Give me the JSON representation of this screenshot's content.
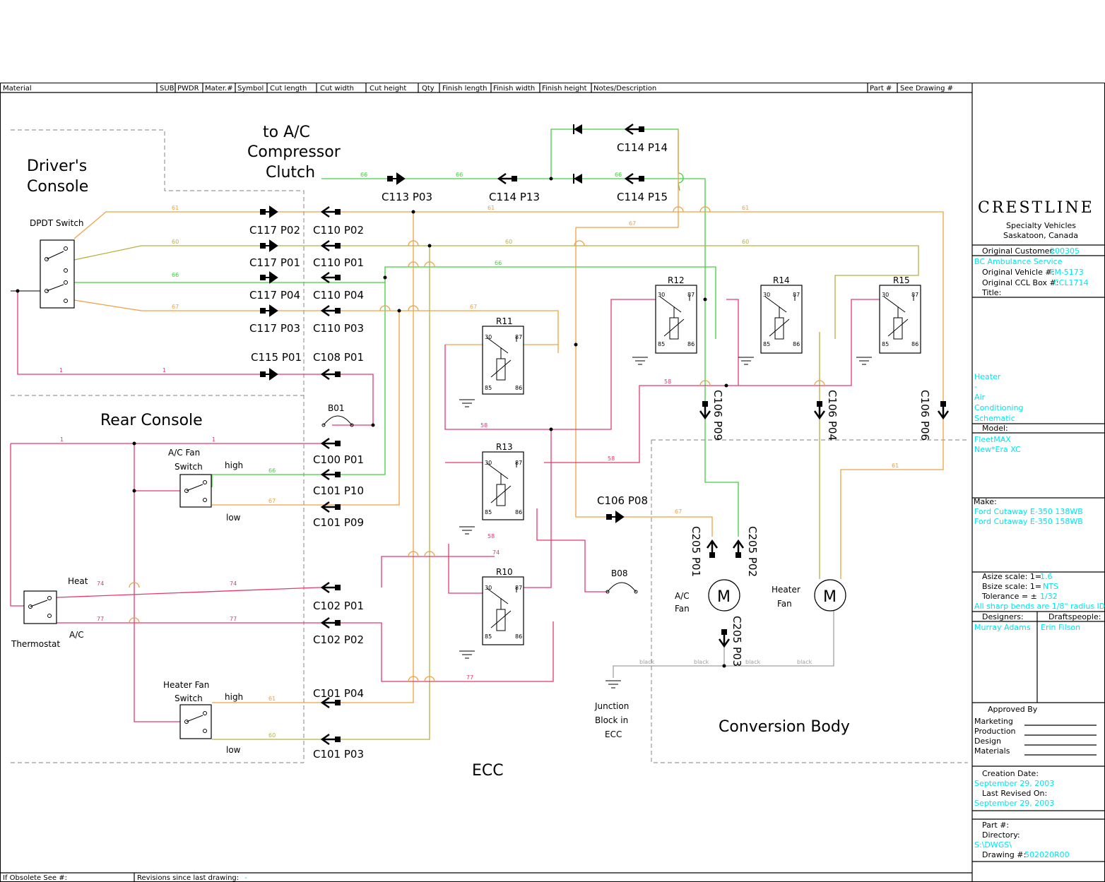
{
  "header": {
    "cols": [
      "Material",
      "SUB",
      "PWDR",
      "Mater.#",
      "Symbol",
      "Cut length",
      "Cut width",
      "Cut height",
      "Qty",
      "Finish length",
      "Finish width",
      "Finish height",
      "Notes/Description",
      "Part #",
      "See Drawing #"
    ]
  },
  "footer": {
    "obsolete": "If Obsolete See #:",
    "revisions": "Revisions since last drawing:",
    "revisions_value": "-"
  },
  "areas": {
    "drivers_console_1": "Driver's",
    "drivers_console_2": "Console",
    "rear_console": "Rear Console",
    "ecc": "ECC",
    "conversion_body": "Conversion Body",
    "to_ac_1": "to A/C",
    "to_ac_2": "Compressor",
    "to_ac_3": "Clutch",
    "junction_1": "Junction",
    "junction_2": "Block in",
    "junction_3": "ECC"
  },
  "components": {
    "dpdt": "DPDT Switch",
    "ac_fan_switch_1": "A/C Fan",
    "ac_fan_switch_2": "Switch",
    "heater_fan_switch_1": "Heater Fan",
    "heater_fan_switch_2": "Switch",
    "thermostat": "Thermostat",
    "heat": "Heat",
    "ac": "A/C",
    "high": "high",
    "low": "low",
    "ac_fan_1": "A/C",
    "ac_fan_2": "Fan",
    "heater_fan_1": "Heater",
    "heater_fan_2": "Fan",
    "motor": "M",
    "b01": "B01",
    "b08": "B08",
    "relays": [
      "R11",
      "R13",
      "R10",
      "R12",
      "R14",
      "R15"
    ],
    "pins": [
      "30",
      "87",
      "85",
      "86"
    ]
  },
  "connectors": {
    "c113p03": "C113 P03",
    "c114p13": "C114 P13",
    "c114p15": "C114 P15",
    "c114p14": "C114 P14",
    "c117p02": "C117 P02",
    "c110p02": "C110 P02",
    "c117p01": "C117 P01",
    "c110p01": "C110 P01",
    "c117p04": "C117 P04",
    "c110p04": "C110 P04",
    "c117p03": "C117 P03",
    "c110p03": "C110 P03",
    "c115p01": "C115 P01",
    "c108p01": "C108 P01",
    "c100p01": "C100 P01",
    "c101p10": "C101 P10",
    "c101p09": "C101 P09",
    "c102p01": "C102 P01",
    "c102p02": "C102 P02",
    "c101p04": "C101 P04",
    "c101p03": "C101 P03",
    "c106p08": "C106 P08",
    "c106p09": "C106 P09",
    "c106p04": "C106 P04",
    "c106p06": "C106 P06",
    "c205p01": "C205 P01",
    "c205p02": "C205 P02",
    "c205p03": "C205 P03"
  },
  "wire_numbers": [
    "1",
    "58",
    "60",
    "61",
    "66",
    "67",
    "74",
    "77",
    "black"
  ],
  "title_block": {
    "logo": "CRESTLINE",
    "company_1": "Specialty Vehicles",
    "company_2": "Saskatoon, Canada",
    "orig_customer_label": "Original Customer:",
    "orig_customer_value": "200305",
    "customer_name": "BC Ambulance Service",
    "orig_vehicle_label": "Original Vehicle #:",
    "orig_vehicle_value": "FM-5173",
    "orig_box_label": "Original CCL Box #:",
    "orig_box_value": "CCL1714",
    "title_label": "Title:",
    "title_lines": [
      "Heater",
      "-",
      "Air",
      "Conditioning",
      "Schematic"
    ],
    "model_label": "Model:",
    "model_lines": [
      "FleetMAX",
      "New*Era XC"
    ],
    "make_label": "Make:",
    "make_lines": [
      "Ford Cutaway E-350 138WB",
      "Ford Cutaway E-350 158WB"
    ],
    "asize_label": "Asize scale: 1=",
    "asize_value": "1.6",
    "bsize_label": "Bsize scale: 1=",
    "bsize_value": "NTS",
    "tolerance_label": "Tolerance = ±",
    "tolerance_value": "1/32",
    "bends": "All sharp bends are 1/8\" radius ID",
    "designers_label": "Designers:",
    "draftspeople_label": "Draftspeople:",
    "designer": "Murray Adams",
    "draftsperson": "Erin Filson",
    "approved_by": "Approved By",
    "approvals": [
      "Marketing",
      "Production",
      "Design",
      "Materials"
    ],
    "creation_label": "Creation Date:",
    "creation_value": "September 29, 2003",
    "revised_label": "Last Revised On:",
    "revised_value": "September 29, 2003",
    "part_label": "Part #:",
    "directory_label": "Directory:",
    "directory_value": "S:\\DWGS\\",
    "drawing_label": "Drawing #:",
    "drawing_value": "502020R00"
  }
}
